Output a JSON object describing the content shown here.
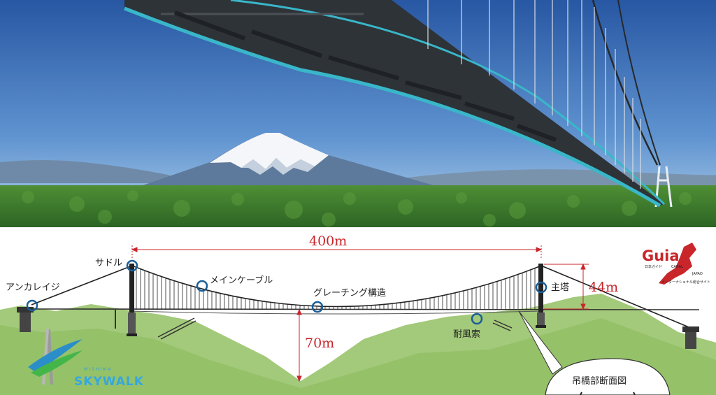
{
  "logo": {
    "brand_line": "MISHIMA",
    "brand_name": "SKYWALK"
  },
  "watermark": {
    "title": "Guia",
    "tagline": "日本ガイド",
    "canal": "CANAL",
    "japao": "JAPAO",
    "subtitle": "インターナショナル総合サイト"
  },
  "dimensions": {
    "span": "400m",
    "tower_height": "44m",
    "ground_clearance": "70m"
  },
  "labels": {
    "anchorage": "アンカレイジ",
    "saddle": "サドル",
    "main_cable": "メインケーブル",
    "grating": "グレーチング構造",
    "main_tower": "主塔",
    "wind_cable": "耐風索",
    "cross_section": "吊橋部断面図"
  },
  "colors": {
    "sky_top": "#2a5fa8",
    "sky_bottom": "#a9cbe8",
    "forest": "#3d7d2e",
    "hills": "#9bc46c",
    "dimension": "#c8262b",
    "marker": "#1a5e97",
    "bridge_rail": "#39b7c9"
  }
}
